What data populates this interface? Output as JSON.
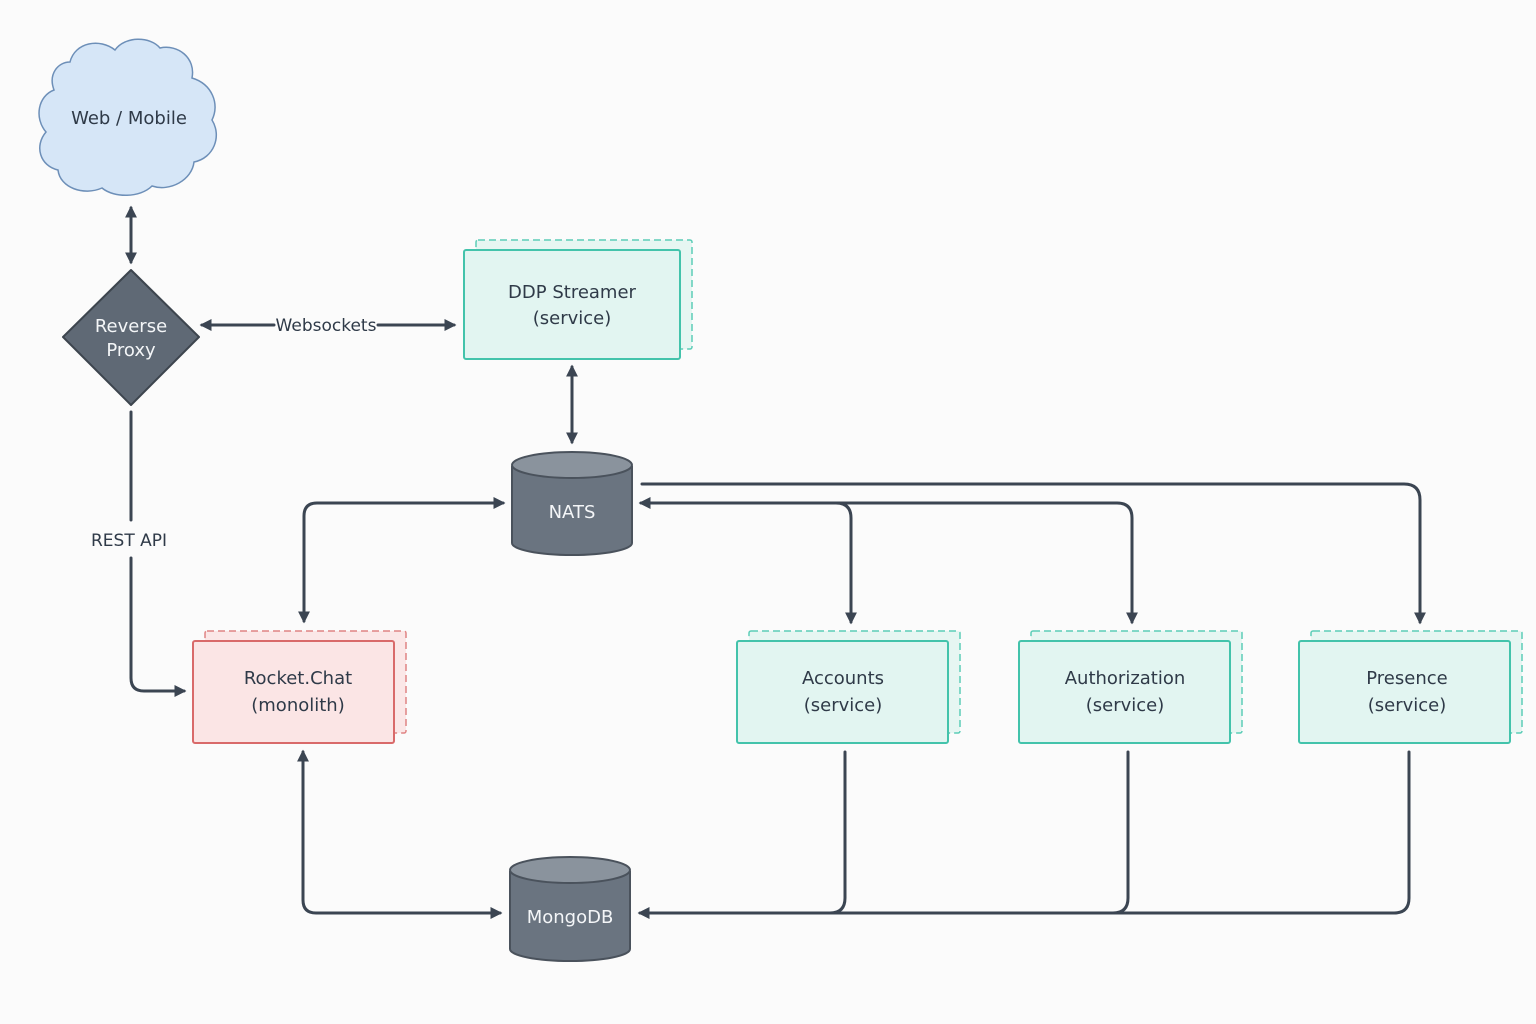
{
  "nodes": {
    "client": {
      "label": "Web / Mobile"
    },
    "proxy": {
      "line1": "Reverse",
      "line2": "Proxy"
    },
    "ddp": {
      "line1": "DDP Streamer",
      "line2": "(service)"
    },
    "nats": {
      "label": "NATS"
    },
    "rocketchat": {
      "line1": "Rocket.Chat",
      "line2": "(monolith)"
    },
    "accounts": {
      "line1": "Accounts",
      "line2": "(service)"
    },
    "authorization": {
      "line1": "Authorization",
      "line2": "(service)"
    },
    "presence": {
      "line1": "Presence",
      "line2": "(service)"
    },
    "mongodb": {
      "label": "MongoDB"
    }
  },
  "edges": {
    "websockets": "Websockets",
    "rest_api": "REST API"
  },
  "colors": {
    "cloud_fill": "#d6e6f7",
    "cloud_stroke": "#6d8fb8",
    "proxy_fill": "#5f6975",
    "service_fill": "#e2f5f1",
    "service_stroke": "#43c3ab",
    "monolith_fill": "#fbe5e5",
    "monolith_stroke": "#d96a6a",
    "database_fill": "#6a7480",
    "edge": "#3b4552"
  }
}
